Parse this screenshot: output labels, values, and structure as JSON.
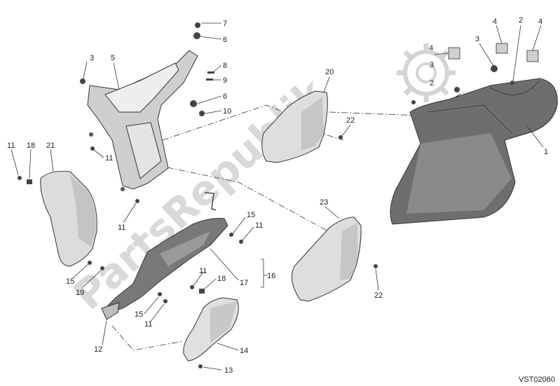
{
  "watermark": "PartsRepublik",
  "drawing_code": "VST02060",
  "callouts": {
    "c1": "1",
    "c2a": "2",
    "c2b": "2",
    "c3a": "3",
    "c3b": "3",
    "c3c": "3",
    "c4a": "4",
    "c4b": "4",
    "c4c": "4",
    "c5": "5",
    "c6a": "6",
    "c6b": "6",
    "c7": "7",
    "c8": "8",
    "c9": "9",
    "c10": "10",
    "c11a": "11",
    "c11b": "11",
    "c11c": "11",
    "c11d": "11",
    "c11e": "11",
    "c11f": "11",
    "c12": "12",
    "c13": "13",
    "c14": "14",
    "c15a": "15",
    "c15b": "15",
    "c15c": "15",
    "c16": "16",
    "c17": "17",
    "c18a": "18",
    "c18b": "18",
    "c19": "19",
    "c20": "20",
    "c21": "21",
    "c22a": "22",
    "c22b": "22",
    "c23": "23"
  }
}
